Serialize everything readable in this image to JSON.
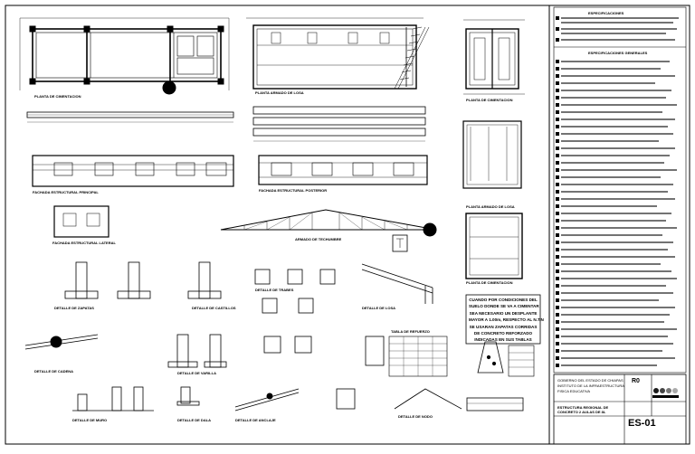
{
  "sheet": {
    "title": "ESTRUCTURA REGIONAL DE CONCRETO 2 AULAS DE 8L",
    "sheet_number": "ES-01",
    "revision": "R0"
  },
  "views": {
    "planta_cimentacion": "PLANTA DE CIMENTACION",
    "planta_losa_1": "PLANTA ARMADO DE LOSA",
    "planta_cimentacion_2": "PLANTA DE CIMENTACION",
    "fachada_principal": "FACHADA ESTRUCTURAL PRINCIPAL",
    "fachada_posterior": "FACHADA ESTRUCTURAL POSTERIOR",
    "planta_losa_2": "PLANTA ARMADO DE LOSA",
    "planta_cimentacion_3": "PLANTA DE CIMENTACION",
    "fachada_lateral": "FACHADA ESTRUCTURAL LATERAL",
    "armado_techumbre": "ARMADO DE TECHUMBRE",
    "detalle_zapatas": "DETALLE DE ZAPATAS",
    "detalle_castillos": "DETALLE DE CASTILLOS",
    "detalle_trabes": "DETALLE DE TRABES",
    "detalle_losa": "DETALLE DE LOSA",
    "detalle_cadena": "DETALLE DE CADENA",
    "detalle_varilla": "DETALLE DE VARILLA",
    "detalle_anclaje": "DETALLE DE ANCLAJE",
    "detalle_nodo": "DETALLE DE NODO",
    "detalle_muro": "DETALLE DE MURO",
    "detalle_dala": "DETALLE DE DALA",
    "tabla_refuerzo": "TABLA DE REFUERZO"
  },
  "notes_section": {
    "title": "ESPECIFICACIONES",
    "subtitle": "ESPECIFICACIONES GENERALES"
  },
  "stamp_note": {
    "lines": [
      "CUANDO POR CONDICIONES DEL",
      "SUELO DONDE SE VA A CIMENTAR",
      "SEA NECESARIO UN DESPLANTE",
      "MAYOR A 1.00m, RESPECTO AL N.T.N",
      "SE USARAN ZAPATAS CORRIDAS",
      "DE CONCRETO REFORZADO",
      "INDICADAS EN SUS TABLAS"
    ]
  },
  "title_block": {
    "org_line1": "GOBIERNO DEL ESTADO DE CHIAPAS",
    "org_line2": "INSTITUTO DE LA INFRAESTRUCTURA",
    "org_line3": "FISICA EDUCATIVA",
    "project_title": "ESTRUCTURA REGIONAL DE",
    "project_title_2": "CONCRETO 2 AULAS DE 8L"
  },
  "colors": {
    "ink": "#000000",
    "logo_colors": [
      "#1a1a1a",
      "#444444",
      "#777777",
      "#aaaaaa"
    ]
  }
}
